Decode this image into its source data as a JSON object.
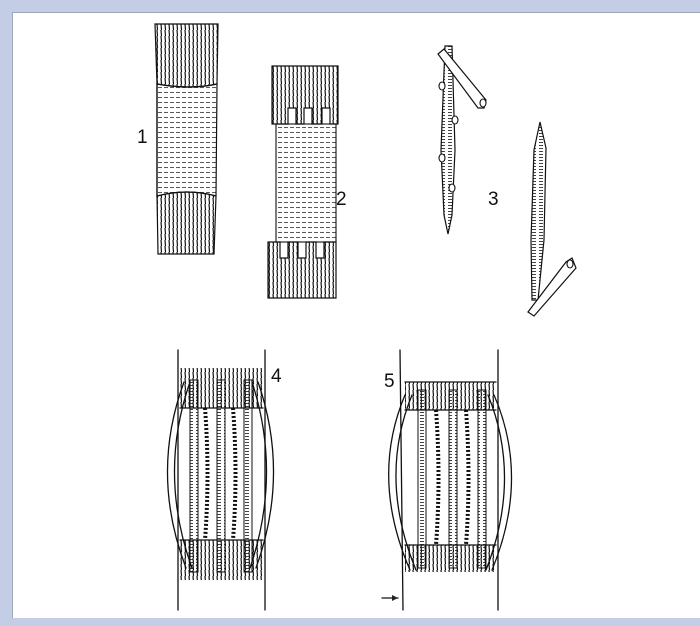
{
  "figure": {
    "labels": {
      "step1": "1",
      "step2": "2",
      "step3": "3",
      "step4": "4",
      "step5": "5"
    }
  },
  "colors": {
    "frame_background": "#c4cde6",
    "panel_background": "#ffffff",
    "ink": "#111111"
  }
}
